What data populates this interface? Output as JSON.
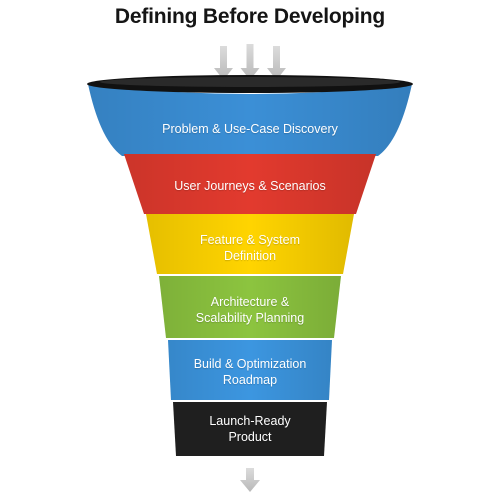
{
  "title": "Defining Before Developing",
  "colors": {
    "stage1": "#3b8fd6",
    "stage2": "#e23a2e",
    "stage3": "#ffd400",
    "stage4": "#8cc43f",
    "stage5": "#3c96e0",
    "stage6": "#1f1f1f",
    "rim": "#111111",
    "arrow": "#c8c8c8"
  },
  "stages": [
    {
      "lines": [
        "Problem & Use-Case Discovery"
      ]
    },
    {
      "lines": [
        "User Journeys & Scenarios"
      ]
    },
    {
      "lines": [
        "Feature & System",
        "Definition"
      ]
    },
    {
      "lines": [
        "Architecture &",
        "Scalability Planning"
      ]
    },
    {
      "lines": [
        "Build & Optimization",
        "Roadmap"
      ]
    },
    {
      "lines": [
        "Launch-Ready",
        "Product"
      ]
    }
  ]
}
